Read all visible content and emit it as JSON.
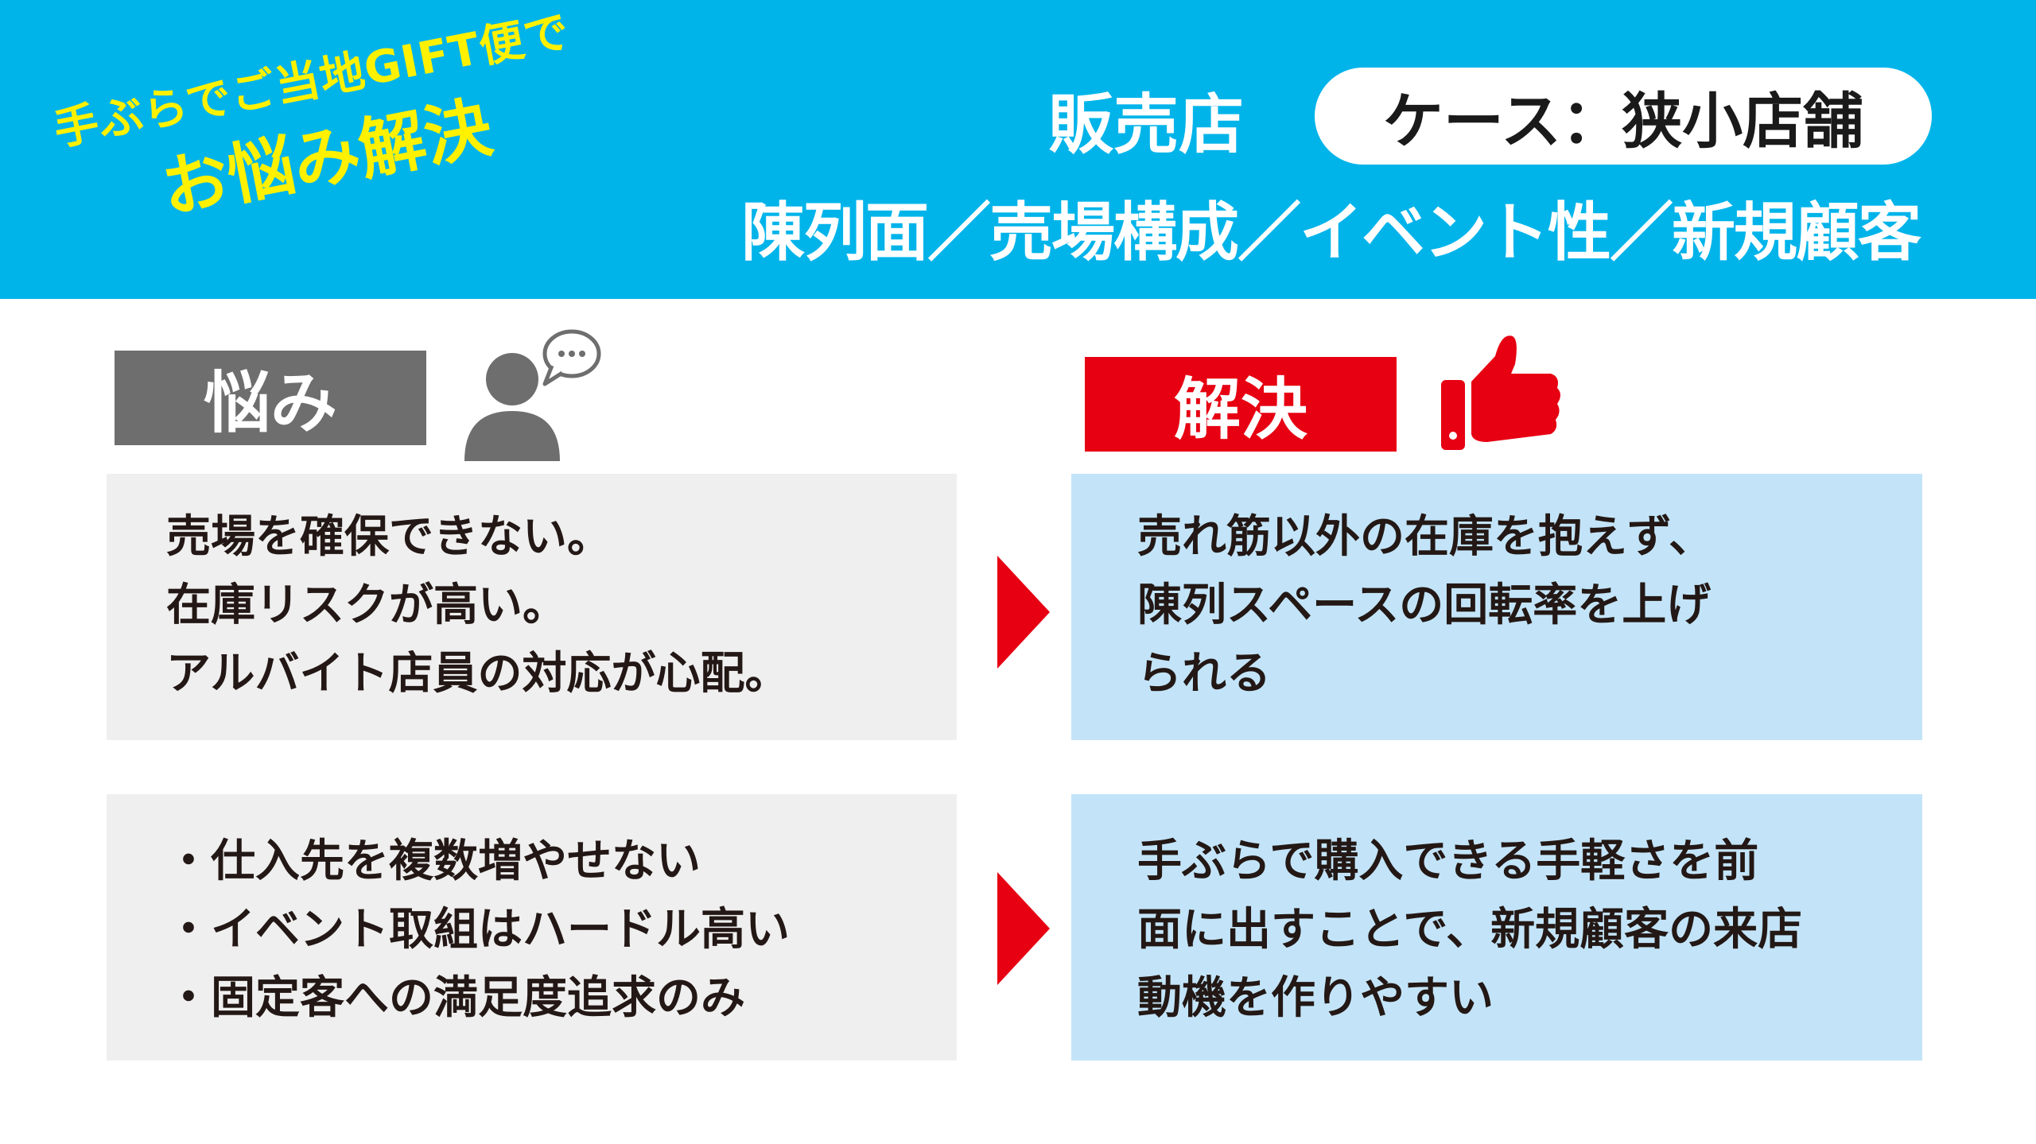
{
  "header": {
    "tagline_line1": "手ぶらでご当地GIFT便で",
    "tagline_line2": "お悩み解決",
    "category": "販売店",
    "case_label": "ケース：狭小店舗",
    "topics": "陳列面／売場構成／イベント性／新規顧客"
  },
  "labels": {
    "worry": "悩み",
    "solution": "解決"
  },
  "rows": [
    {
      "worry": [
        "売場を確保できない。",
        "在庫リスクが高い。",
        "アルバイト店員の対応が心配。"
      ],
      "solution": [
        "売れ筋以外の在庫を抱えず、",
        "陳列スペースの回転率を上げ",
        "られる"
      ]
    },
    {
      "worry": [
        "・仕入先を複数増やせない",
        "・イベント取組はハードル高い",
        "・固定客への満足度追求のみ"
      ],
      "solution": [
        "手ぶらで購入できる手軽さを前",
        "面に出すことで、新規顧客の来店",
        "動機を作りやすい"
      ]
    }
  ],
  "colors": {
    "header_bg": "#00b4ea",
    "tagline": "#fff100",
    "accent_red": "#e60012",
    "worry_grey": "#6e6e6e",
    "worry_box": "#efefef",
    "solution_box": "#c3e4f8"
  }
}
